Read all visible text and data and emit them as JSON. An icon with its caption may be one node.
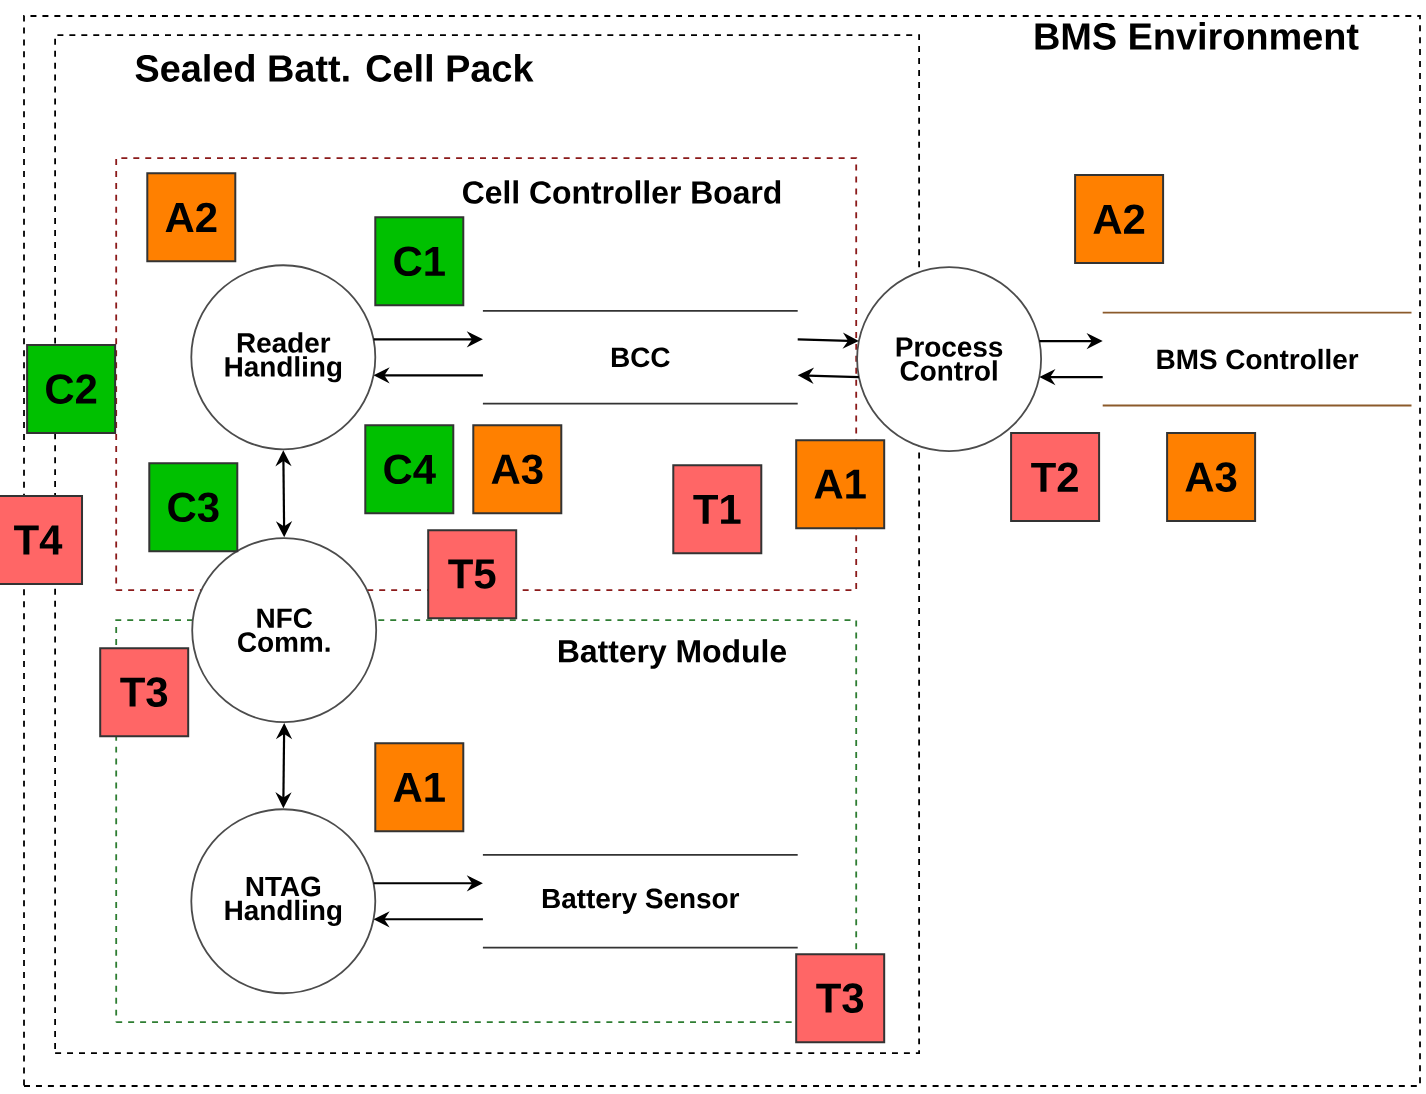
{
  "diagram": {
    "nodes": [
      {
        "text": [
          "BMS Environment"
        ]
      },
      {
        "text": [
          "Sealed Batt. Cell Pack"
        ],
        "in": 0
      },
      {
        "text": [
          "Cell Controller Board"
        ],
        "in": 1
      },
      {
        "text": [
          "Battery Module"
        ],
        "in": 1
      },
      {
        "text": [
          "Reader Handling"
        ],
        "in": 2
      },
      {
        "text": [
          "BCC"
        ],
        "in": 2
      },
      {
        "text": [
          "Process Control"
        ],
        "in": 0
      },
      {
        "text": [
          "BMS Controller"
        ],
        "in": 0
      },
      {
        "text": [
          "NFC Comm."
        ],
        "in": 1
      },
      {
        "text": [
          "NTAG Handling"
        ],
        "in": 3
      },
      {
        "text": [
          "Battery Sensor"
        ],
        "in": 3
      },
      {
        "text": [
          "A2"
        ],
        "in": 2
      },
      {
        "text": [
          "A2"
        ],
        "in": 0
      },
      {
        "text": [
          "C1"
        ],
        "in": 2
      },
      {
        "text": [
          "C2"
        ],
        "in": 0
      },
      {
        "text": [
          "C4"
        ],
        "in": 2
      },
      {
        "text": [
          "A3"
        ],
        "in": 2
      },
      {
        "text": [
          "A1"
        ],
        "in": 1
      },
      {
        "text": [
          "T2"
        ],
        "in": 0
      },
      {
        "text": [
          "A3"
        ],
        "in": 0
      },
      {
        "text": [
          "C3"
        ],
        "in": 2
      },
      {
        "text": [
          "T1"
        ],
        "in": 2
      },
      {
        "text": [
          "T4"
        ]
      },
      {
        "text": [
          "T5"
        ],
        "in": 1
      },
      {
        "text": [
          "T3"
        ],
        "in": 1
      },
      {
        "text": [
          "A1"
        ],
        "in": 3
      },
      {
        "text": [
          "T3"
        ],
        "in": 1
      }
    ],
    "edges": [
      {
        "from": 4,
        "to": 5,
        "arrow": "to"
      },
      {
        "from": 5,
        "to": 4,
        "arrow": "to"
      },
      {
        "from": 5,
        "to": 6,
        "arrow": "to"
      },
      {
        "from": 6,
        "to": 5,
        "arrow": "to"
      },
      {
        "from": 6,
        "to": 7,
        "arrow": "to"
      },
      {
        "from": 7,
        "to": 6,
        "arrow": "to"
      },
      {
        "from": 4,
        "to": 8,
        "arrow": "both"
      },
      {
        "from": 8,
        "to": 9,
        "arrow": "both"
      },
      {
        "from": 9,
        "to": 10,
        "arrow": "to"
      },
      {
        "from": 10,
        "to": 9,
        "arrow": "to"
      }
    ]
  }
}
